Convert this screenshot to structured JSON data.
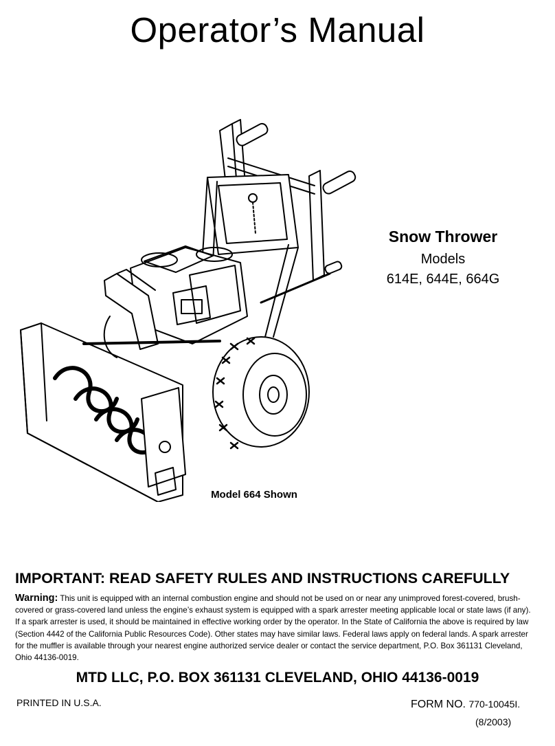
{
  "title": "Operator’s Manual",
  "product": {
    "name": "Snow Thrower",
    "models_label": "Models",
    "models": "614E, 644E, 664G"
  },
  "illustration": {
    "caption": "Model 664 Shown",
    "icon": "snow-thrower-illustration"
  },
  "important_heading": "IMPORTANT: READ SAFETY RULES AND INSTRUCTIONS CAREFULLY",
  "warning": {
    "label": "Warning:",
    "text": "This unit is equipped with an internal combustion engine and should not be used on or near any unimproved forest-covered, brush-covered or grass-covered land unless the engine’s exhaust system is equipped with a spark arrester meeting applicable local or state laws (if any). If a spark arrester is used, it should be maintained in effective working order by the operator. In the State of California the above is required by law (Section 4442 of the California Public Resources Code). Other states may have similar laws. Federal laws apply on federal lands. A spark arrester for the muffler is available through your nearest engine authorized service dealer or contact the service department, P.O. Box 361131 Cleveland, Ohio 44136-0019."
  },
  "address": "MTD LLC, P.O. BOX 361131 CLEVELAND, OHIO 44136-0019",
  "footer": {
    "printed": "PRINTED IN U.S.A.",
    "form_label": "FORM NO.",
    "form_number": "770-10045I.",
    "date": "(8/2003)"
  }
}
